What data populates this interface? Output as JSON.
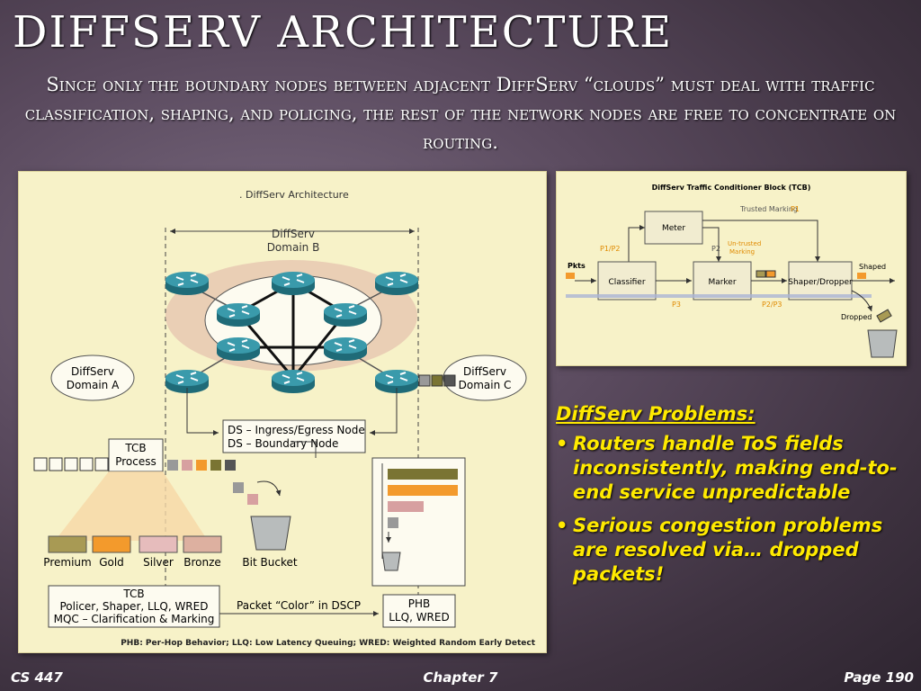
{
  "title": "DiffServ Architecture",
  "subtitle": "Since only the boundary nodes between adjacent DiffServ “clouds” must deal with traffic classification, shaping, and policing, the rest of the network nodes are free to concentrate on routing.",
  "main_figure": {
    "title": ". DiffServ Architecture",
    "domain_b": [
      "DiffServ",
      "Domain B"
    ],
    "domain_a": [
      "DiffServ",
      "Domain A"
    ],
    "domain_c": [
      "DiffServ",
      "Domain C"
    ],
    "node_legend": [
      "DS – Ingress/Egress Node",
      "DS – Boundary Node"
    ],
    "tcb_process": [
      "TCB",
      "Process"
    ],
    "classes": [
      "Premium",
      "Gold",
      "Silver",
      "Bronze"
    ],
    "bit_bucket": "Bit Bucket",
    "tcb_box": [
      "TCB",
      "Policer, Shaper, LLQ, WRED",
      "MQC – Clarification & Marking"
    ],
    "packet_color": "Packet “Color” in DSCP",
    "phb_box": [
      "PHB",
      "LLQ, WRED"
    ],
    "caption": "PHB: Per-Hop Behavior; LLQ: Low Latency Queuing; WRED: Weighted Random Early Detect"
  },
  "tcb_figure": {
    "title": "DiffServ Traffic Conditioner Block (TCB)",
    "trusted_marking": "Trusted Marking",
    "p1": "P1",
    "meter": "Meter",
    "p1p2": "P1/P2",
    "p2": "P2",
    "untrusted": [
      "Un-trusted",
      "Marking"
    ],
    "pkts": "Pkts",
    "classifier": "Classifier",
    "marker": "Marker",
    "shaper": "Shaper/Dropper",
    "shaped": "Shaped",
    "p3": "P3",
    "p2p3": "P2/P3",
    "dropped": "Dropped"
  },
  "problems": {
    "heading": "DiffServ Problems:",
    "items": [
      "Routers handle ToS fields inconsistently, making end-to-end service unpredictable",
      "Serious congestion problems are resolved via… dropped packets!"
    ]
  },
  "footer": {
    "left": "CS 447",
    "center": "Chapter 7",
    "right": "Page 190"
  },
  "colors": {
    "title": "#ffffff",
    "problems": "#ffea00",
    "panel": "#f7f2c8",
    "router": "#2e8a9a"
  }
}
